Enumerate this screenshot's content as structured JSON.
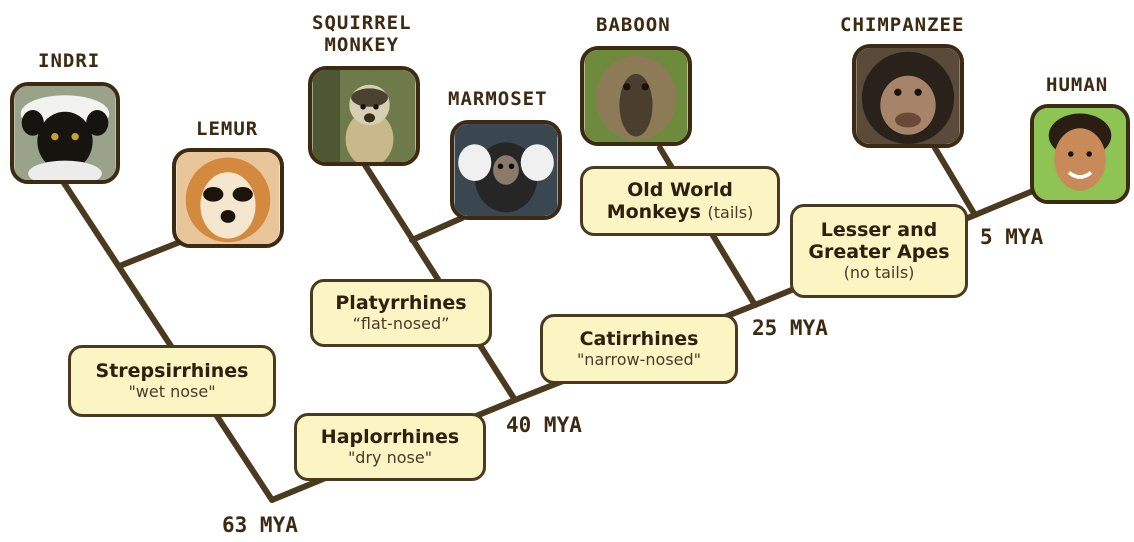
{
  "animals": [
    {
      "id": "indri",
      "name": "INDRI"
    },
    {
      "id": "lemur",
      "name": "LEMUR"
    },
    {
      "id": "squirrel-monkey",
      "name": "SQUIRREL\nMONKEY"
    },
    {
      "id": "marmoset",
      "name": "MARMOSET"
    },
    {
      "id": "baboon",
      "name": "BABOON"
    },
    {
      "id": "chimpanzee",
      "name": "CHIMPANZEE"
    },
    {
      "id": "human",
      "name": "HUMAN"
    }
  ],
  "nodes": {
    "strepsirrhines": {
      "title": "Strepsirrhines",
      "sub": "\"wet nose\""
    },
    "haplorrhines": {
      "title": "Haplorrhines",
      "sub": "\"dry nose\""
    },
    "platyrrhines": {
      "title": "Platyrrhines",
      "sub": "“flat-nosed”"
    },
    "catirrhines": {
      "title": "Catirrhines",
      "sub": "\"narrow-nosed\""
    },
    "old_world": {
      "title_line1": "Old World",
      "title_line2": "Monkeys",
      "tail_note": "(tails)"
    },
    "apes": {
      "title_line1": "Lesser and",
      "title_line2": "Greater Apes",
      "sub": "(no tails)"
    }
  },
  "divergences": {
    "mya63": "63 MYA",
    "mya40": "40 MYA",
    "mya25": "25 MYA",
    "mya5": "5 MYA"
  },
  "colors": {
    "line": "#4a3a20",
    "label_bg": "#fbf4c3",
    "text": "#3d2a12"
  }
}
